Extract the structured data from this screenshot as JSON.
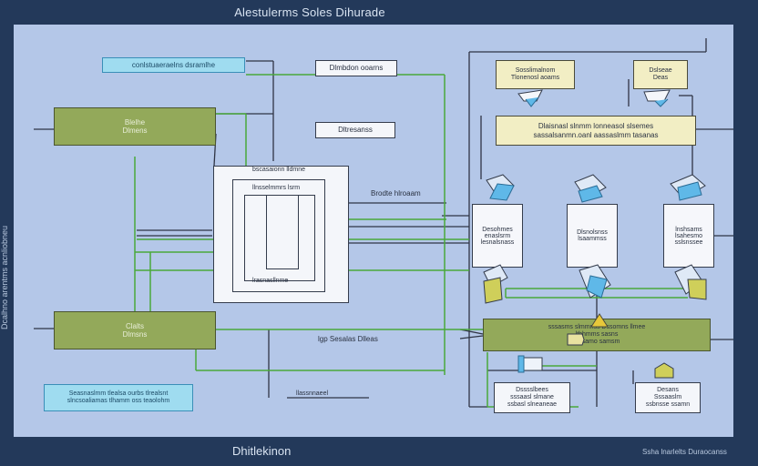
{
  "diagram": {
    "title": "Alestulerms Soles Dihurade",
    "side_label": "Dcalhno arentms acnliobneu",
    "bottom_title": "Dhitlekinon",
    "bottom_right_label": "Ssha lnarlelts Duraocanss",
    "left": {
      "cyan_header": "conlstuaeraelns dsramlhe",
      "olive_top": "Blelhe\nDlmens",
      "olive_bottom": "Clalts\nDlmsns",
      "note": "Seasnaslmm tlealsa ourbs tlrealsnt slncsoaliamas tlhamm oss teaolohm"
    },
    "center": {
      "top_label": "Dlmbdon ooarns",
      "mid_label": "Dltresanss",
      "frame_top": "bscasaionn lldmne",
      "frame_inner_top": "llnsselmmrs lsrm",
      "frame_inner_bottom": "lrasnasllnme",
      "side_tag": "Brodte hlroaam",
      "bottom_tag": "lgp Sesalas Dlleas",
      "bottom_label": "llassnnaeel"
    },
    "right": {
      "callout_left": "Sosslimalnom\nTlonenosl aoams",
      "callout_right": "Dslseae\nDeas",
      "pale_bar": "Dlaisnasl slnmm lonneasol slsemes\nsassalsanmn.oanl aassaslmm tasanas",
      "doc1": "Desohmes\nenaslsrm\nlesnalsnass",
      "doc2": "Dlsnolsnss\nlsaammss",
      "doc3": "lnshsams\nlsahesmo\nsslsnssee",
      "olive_bar": "sssasms slmmnss Dssomns llmee\nltbhmms  sasns\nDasamo  samsm",
      "bottom_box1": "Dsssslbees\nsssaasl slmane\nssbasl slneaneae",
      "bottom_box2": "Desans\nSssaaslm\nssbnsse ssamn"
    }
  },
  "colors": {
    "background": "#23395a",
    "canvas": "#b4c7e8",
    "wire_green": "#4aa83a",
    "wire_dark": "#2f3444",
    "olive": "#93a95a",
    "cyan": "#9fdcf0",
    "pale": "#f2eec4"
  }
}
